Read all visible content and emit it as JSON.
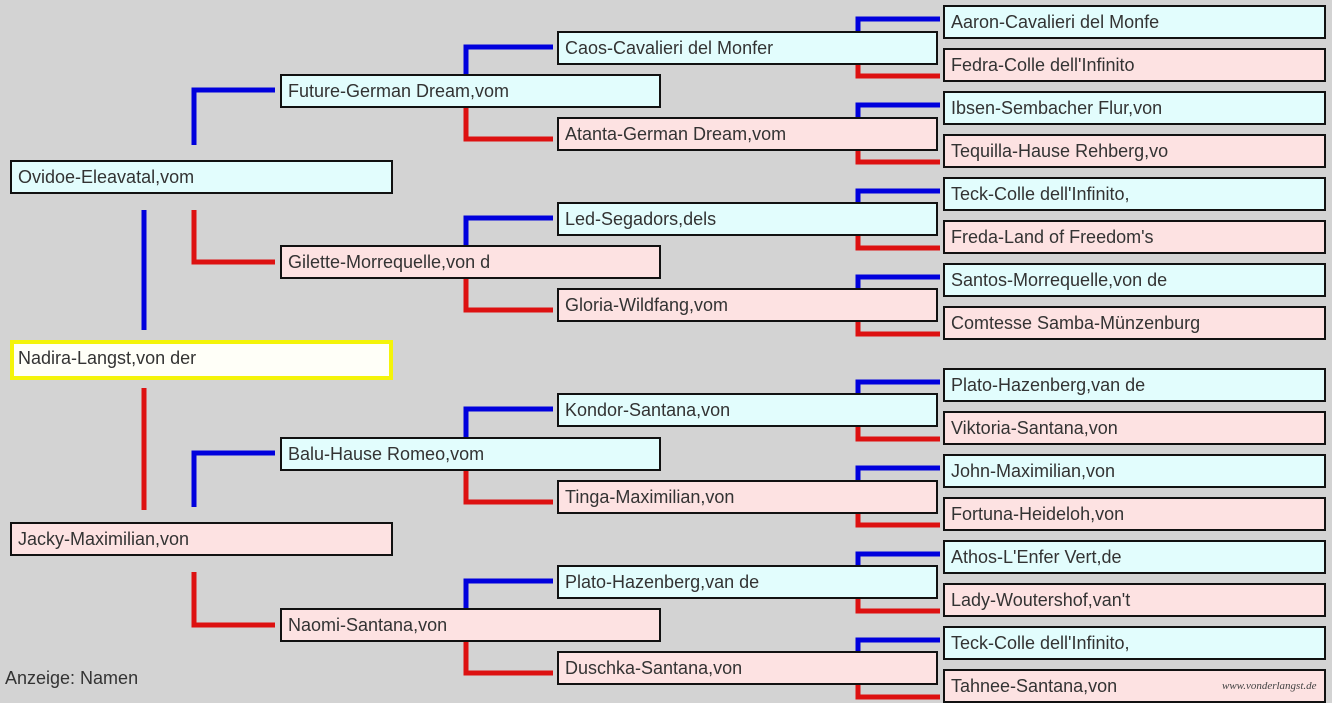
{
  "subject": "Nadira-Langst,von der",
  "parents": {
    "sire": "Ovidoe-Eleavatal,vom",
    "dam": "Jacky-Maximilian,von"
  },
  "grandparents": [
    "Future-German Dream,vom",
    "Gilette-Morrequelle,von d",
    "Balu-Hause Romeo,vom",
    "Naomi-Santana,von"
  ],
  "great_grandparents": [
    "Caos-Cavalieri del Monfer",
    "Atanta-German Dream,vom",
    "Led-Segadors,dels",
    "Gloria-Wildfang,vom",
    "Kondor-Santana,von",
    "Tinga-Maximilian,von",
    "Plato-Hazenberg,van de",
    "Duschka-Santana,von"
  ],
  "great_great_grandparents": [
    "Aaron-Cavalieri del Monfe",
    "Fedra-Colle dell'Infinito",
    "Ibsen-Sembacher Flur,von",
    "Tequilla-Hause Rehberg,vo",
    "Teck-Colle dell'Infinito,",
    "Freda-Land of Freedom's",
    "Santos-Morrequelle,von de",
    "Comtesse Samba-Münzenburg",
    "Plato-Hazenberg,van de",
    "Viktoria-Santana,von",
    "John-Maximilian,von",
    "Fortuna-Heideloh,von",
    "Athos-L'Enfer Vert,de",
    "Lady-Woutershof,van't",
    "Teck-Colle dell'Infinito,",
    "Tahnee-Santana,von"
  ],
  "footer": "Anzeige: Namen",
  "watermark": "www.vonderlangst.de",
  "colors": {
    "sire_line": "#0000dd",
    "dam_line": "#dd1111",
    "sire_box": "#e2fdfd",
    "dam_box": "#fde2e2",
    "subject_border": "#f4f40a"
  }
}
